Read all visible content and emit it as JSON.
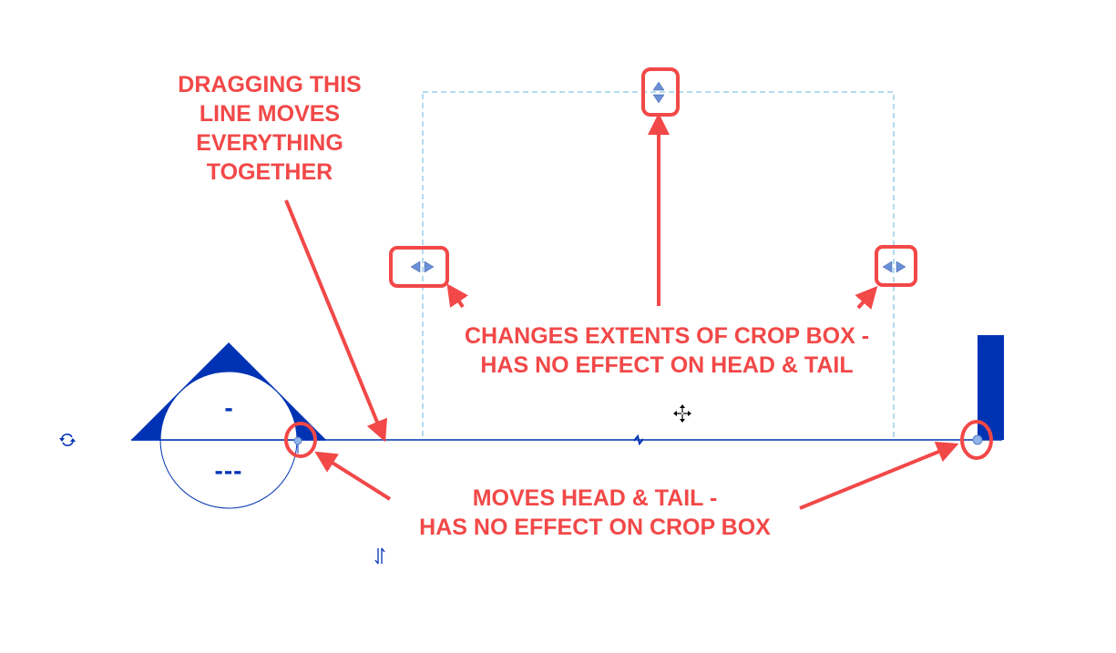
{
  "colors": {
    "annotation": "#f24848",
    "element": "#0033b4",
    "crop_box": "#6ab4dc",
    "grip": "#6a8fd6",
    "endpoint": "#8fb4ea"
  },
  "annotations": {
    "drag_line": {
      "lines": [
        "DRAGGING THIS",
        "LINE MOVES",
        "EVERYTHING",
        "TOGETHER"
      ]
    },
    "crop_extents": {
      "lines": [
        "CHANGES EXTENTS OF CROP BOX -",
        "HAS NO EFFECT ON HEAD & TAIL"
      ]
    },
    "head_tail": {
      "lines": [
        "MOVES HEAD & TAIL -",
        "HAS NO EFFECT ON CROP BOX"
      ]
    }
  },
  "section_head": {
    "top_mark": "-",
    "bottom_mark": "---"
  },
  "icons": {
    "cycle": "rotate-arrows-icon",
    "move": "move-cross-icon",
    "flip": "flip-arrows-icon",
    "break": "line-break-icon"
  }
}
